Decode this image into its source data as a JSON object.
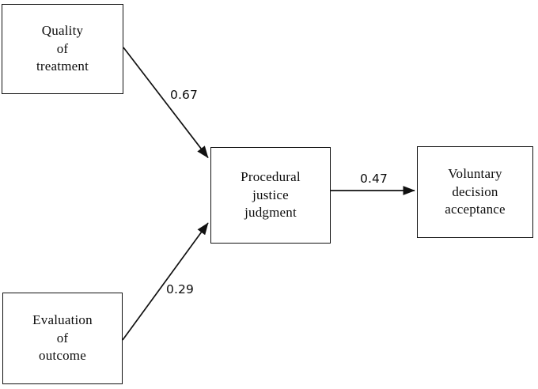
{
  "diagram": {
    "type": "path-diagram",
    "background_color": "#ffffff",
    "line_color": "#111111",
    "text_color": "#0c0c0c",
    "nodes": [
      {
        "id": "quality-of-treatment",
        "lines": [
          "Quality",
          "of",
          "treatment"
        ],
        "line1": "Quality",
        "line2": "of",
        "line3": "treatment"
      },
      {
        "id": "evaluation-of-outcome",
        "lines": [
          "Evaluation",
          "of",
          "outcome"
        ],
        "line1": "Evaluation",
        "line2": "of",
        "line3": "outcome"
      },
      {
        "id": "procedural-justice-judgment",
        "lines": [
          "Procedural",
          "justice",
          "judgment"
        ],
        "line1": "Procedural",
        "line2": "justice",
        "line3": "judgment"
      },
      {
        "id": "voluntary-decision-acceptance",
        "lines": [
          "Voluntary",
          "decision",
          "acceptance"
        ],
        "line1": "Voluntary",
        "line2": "decision",
        "line3": "acceptance"
      }
    ],
    "edges": [
      {
        "id": "qt-to-pj",
        "from": "quality-of-treatment",
        "to": "procedural-justice-judgment",
        "label": "0.67"
      },
      {
        "id": "eo-to-pj",
        "from": "evaluation-of-outcome",
        "to": "procedural-justice-judgment",
        "label": "0.29"
      },
      {
        "id": "pj-to-vd",
        "from": "procedural-justice-judgment",
        "to": "voluntary-decision-acceptance",
        "label": "0.47"
      }
    ]
  }
}
